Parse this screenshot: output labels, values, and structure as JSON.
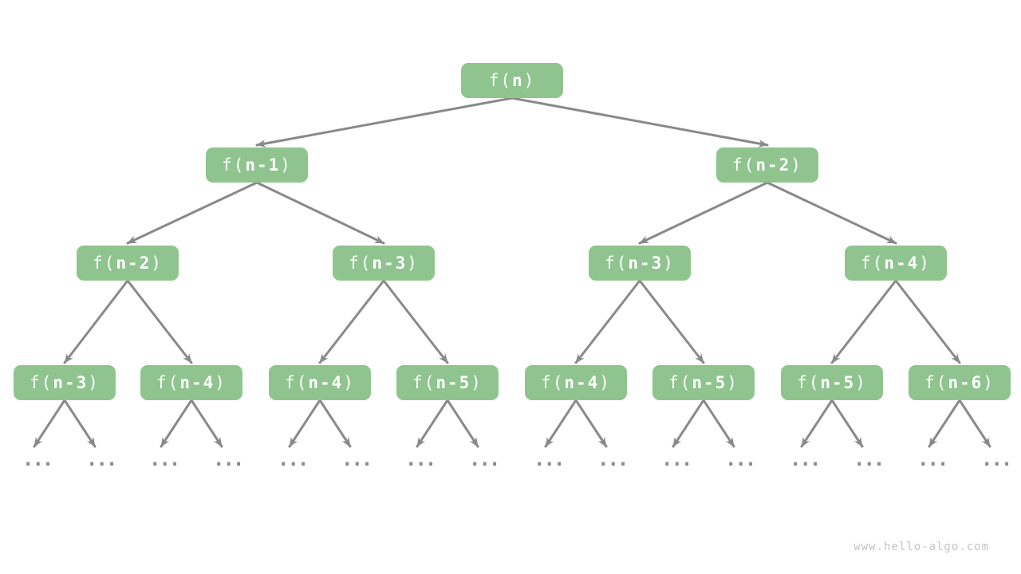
{
  "colors": {
    "node_fill": "#8FC48F",
    "node_text": "#FFFFFF",
    "edge": "#898989",
    "leaf_dots": "#8A8A8A",
    "watermark": "#C4C4C4",
    "background": "#FFFFFF"
  },
  "ellipsis": "...",
  "watermark": "www.hello-algo.com",
  "nodes": [
    {
      "label": "f(n)",
      "pre": "f(",
      "mid": "n",
      "post": ")"
    },
    {
      "label": "f(n-1)",
      "pre": "f(",
      "mid": "n-1",
      "post": ")"
    },
    {
      "label": "f(n-2)",
      "pre": "f(",
      "mid": "n-2",
      "post": ")"
    },
    {
      "label": "f(n-2)",
      "pre": "f(",
      "mid": "n-2",
      "post": ")"
    },
    {
      "label": "f(n-3)",
      "pre": "f(",
      "mid": "n-3",
      "post": ")"
    },
    {
      "label": "f(n-3)",
      "pre": "f(",
      "mid": "n-3",
      "post": ")"
    },
    {
      "label": "f(n-4)",
      "pre": "f(",
      "mid": "n-4",
      "post": ")"
    },
    {
      "label": "f(n-3)",
      "pre": "f(",
      "mid": "n-3",
      "post": ")"
    },
    {
      "label": "f(n-4)",
      "pre": "f(",
      "mid": "n-4",
      "post": ")"
    },
    {
      "label": "f(n-4)",
      "pre": "f(",
      "mid": "n-4",
      "post": ")"
    },
    {
      "label": "f(n-5)",
      "pre": "f(",
      "mid": "n-5",
      "post": ")"
    },
    {
      "label": "f(n-4)",
      "pre": "f(",
      "mid": "n-4",
      "post": ")"
    },
    {
      "label": "f(n-5)",
      "pre": "f(",
      "mid": "n-5",
      "post": ")"
    },
    {
      "label": "f(n-5)",
      "pre": "f(",
      "mid": "n-5",
      "post": ")"
    },
    {
      "label": "f(n-6)",
      "pre": "f(",
      "mid": "n-6",
      "post": ")"
    }
  ]
}
